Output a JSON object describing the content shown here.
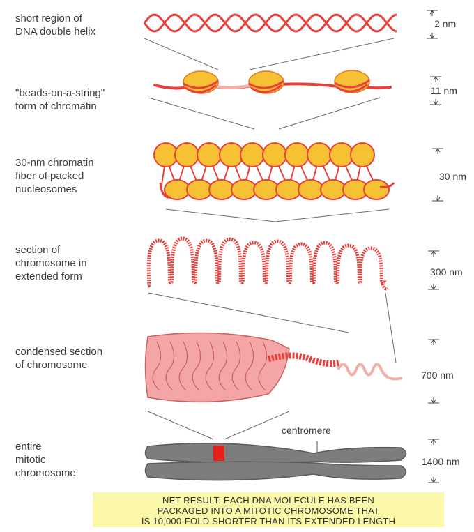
{
  "labels": {
    "dna_helix": "short region of\nDNA double helix",
    "beads": "\"beads-on-a-string\"\nform of chromatin",
    "fiber": "30-nm chromatin\nfiber of packed\nnucleosomes",
    "extended": "section of\nchromosome in\nextended form",
    "condensed": "condensed section\nof chromosome",
    "mitotic": "entire\nmitotic\nchromosome"
  },
  "scales": {
    "dna_helix": "2 nm",
    "beads": "11 nm",
    "fiber": "30 nm",
    "extended": "300 nm",
    "condensed": "700 nm",
    "mitotic": "1400 nm"
  },
  "centromere_label": "centromere",
  "result_text": "NET RESULT: EACH DNA MOLECULE HAS BEEN\nPACKAGED INTO A MITOTIC CHROMOSOME THAT\nIS 10,000-FOLD SHORTER THAN ITS EXTENDED LENGTH",
  "colors": {
    "dna": "#e8403a",
    "nucleosome": "#f6c132",
    "nucleosome_edge": "#e07a2a",
    "condensed": "#f4a6a6",
    "chromosome": "#7d7d7d",
    "centromere_mark": "#e8201c",
    "result_bg": "#fbf7a8"
  }
}
